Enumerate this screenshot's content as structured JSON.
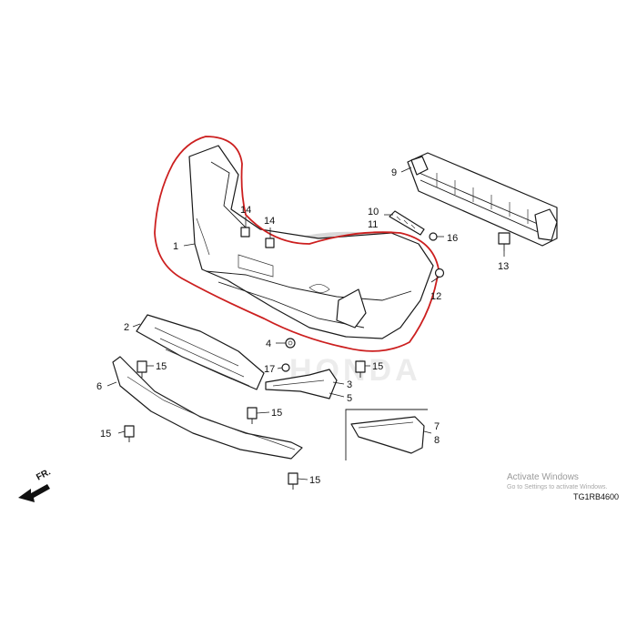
{
  "diagram_code": "TG1RB4600",
  "direction_label": "FR.",
  "watermark": {
    "title": "Activate Windows",
    "subtitle": "Go to Settings to activate Windows."
  },
  "background_mark": "HONDA",
  "highlight_color": "#cc1f1f",
  "callouts": {
    "c1": "1",
    "c2": "2",
    "c3": "3",
    "c4": "4",
    "c5": "5",
    "c6": "6",
    "c7": "7",
    "c8": "8",
    "c9": "9",
    "c10": "10",
    "c11": "11",
    "c12": "12",
    "c13": "13",
    "c14a": "14",
    "c14b": "14",
    "c15a": "15",
    "c15b": "15",
    "c15c": "15",
    "c15d": "15",
    "c15e": "15",
    "c16": "16",
    "c17": "17"
  }
}
